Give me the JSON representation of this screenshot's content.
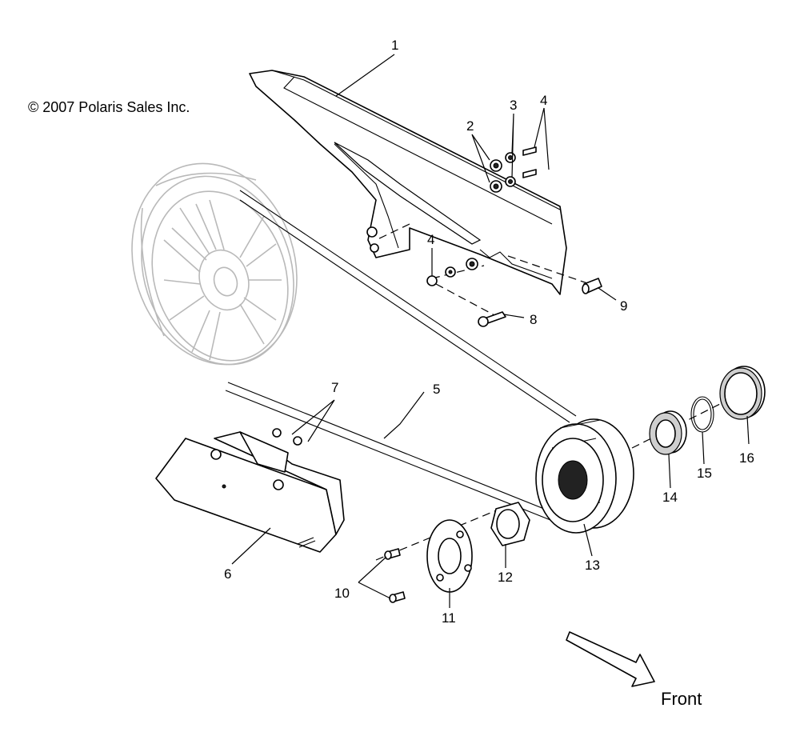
{
  "copyright": "© 2007 Polaris Sales Inc.",
  "direction_label": "Front",
  "callouts": {
    "c1": "1",
    "c2": "2",
    "c3": "3",
    "c4a": "4",
    "c4b": "4",
    "c5": "5",
    "c6": "6",
    "c7": "7",
    "c8": "8",
    "c9": "9",
    "c10": "10",
    "c11": "11",
    "c12": "12",
    "c13": "13",
    "c14": "14",
    "c15": "15",
    "c16": "16"
  }
}
